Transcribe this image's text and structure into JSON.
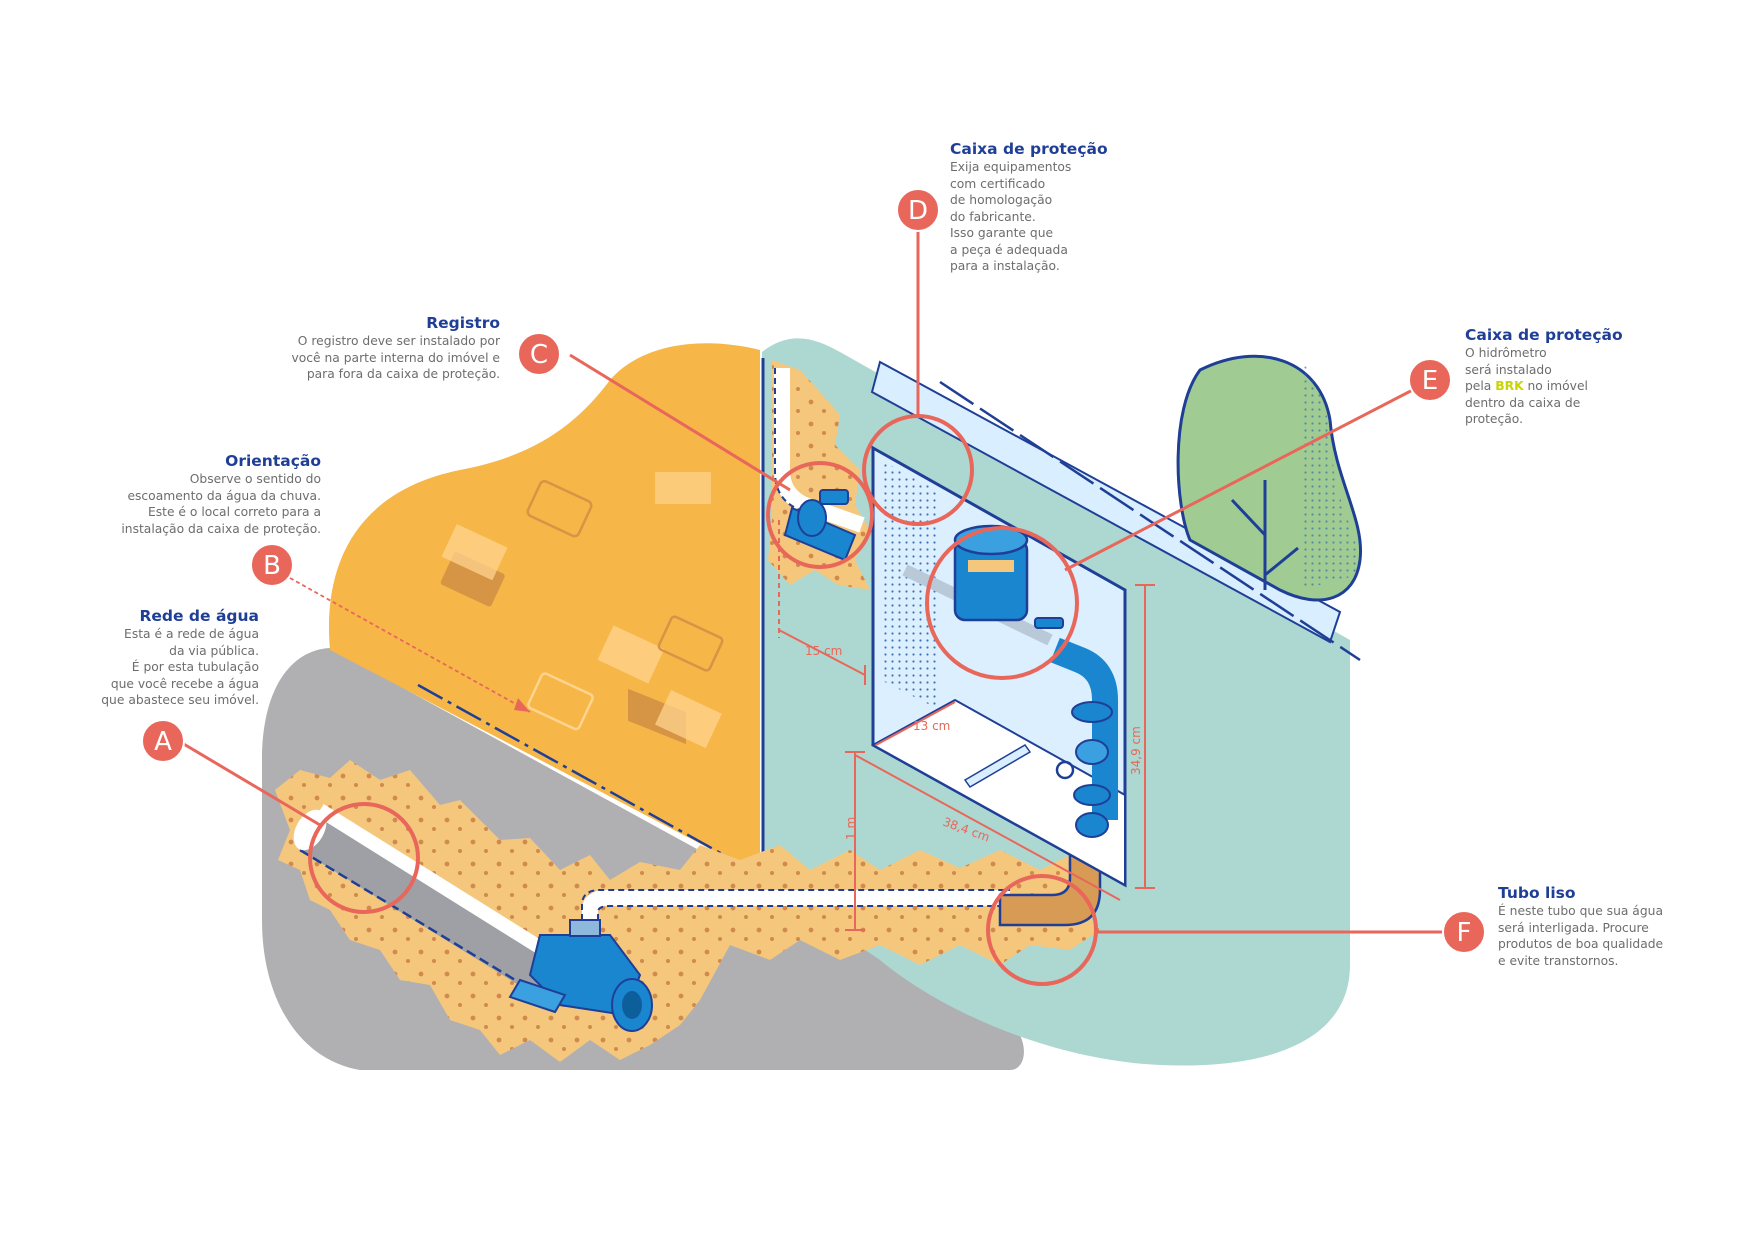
{
  "callouts": {
    "d": {
      "marker": "D",
      "title": "Caixa de proteção",
      "desc": "Exija equipamentos\ncom certificado\nde homologação\ndo fabricante.\nIsso garante que\na peça é adequada\npara a instalação."
    },
    "c": {
      "marker": "C",
      "title": "Registro",
      "desc": "O registro deve ser instalado por\nvocê na parte interna do imóvel e\npara fora da caixa de proteção."
    },
    "b": {
      "marker": "B",
      "title": "Orientação",
      "desc": "Observe o sentido do\nescoamento da água da chuva.\nEste é o local correto para a\ninstalação da caixa de proteção."
    },
    "a": {
      "marker": "A",
      "title": "Rede de água",
      "desc": "Esta é a rede de água\nda via pública.\nÉ por esta tubulação\nque você recebe a água\nque abastece seu imóvel."
    },
    "e": {
      "marker": "E",
      "title": "Caixa de proteção",
      "desc_before": "O hidrômetro\nserá instalado\npela ",
      "brand": "BRK",
      "desc_after": " no imóvel\ndentro da caixa de\nproteção."
    },
    "f": {
      "marker": "F",
      "title": "Tubo liso",
      "desc": "É neste tubo que sua água\nserá interligada. Procure\nprodutos de boa qualidade\ne evite transtornos."
    }
  },
  "dimensions": {
    "d15": "15 cm",
    "d13": "13 cm",
    "d349": "34,9 cm",
    "d1m": "1 m",
    "d384": "38,4 cm"
  },
  "colors": {
    "accent": "#e8675a",
    "title_blue": "#1f3f97",
    "wall_orange": "#f6b648",
    "wall_teal": "#acd8d1",
    "ground_gray": "#b0b0b2",
    "sand": "#f5c77c",
    "pipe_blue": "#1a86d0",
    "brand_yellow": "#c9d400"
  }
}
